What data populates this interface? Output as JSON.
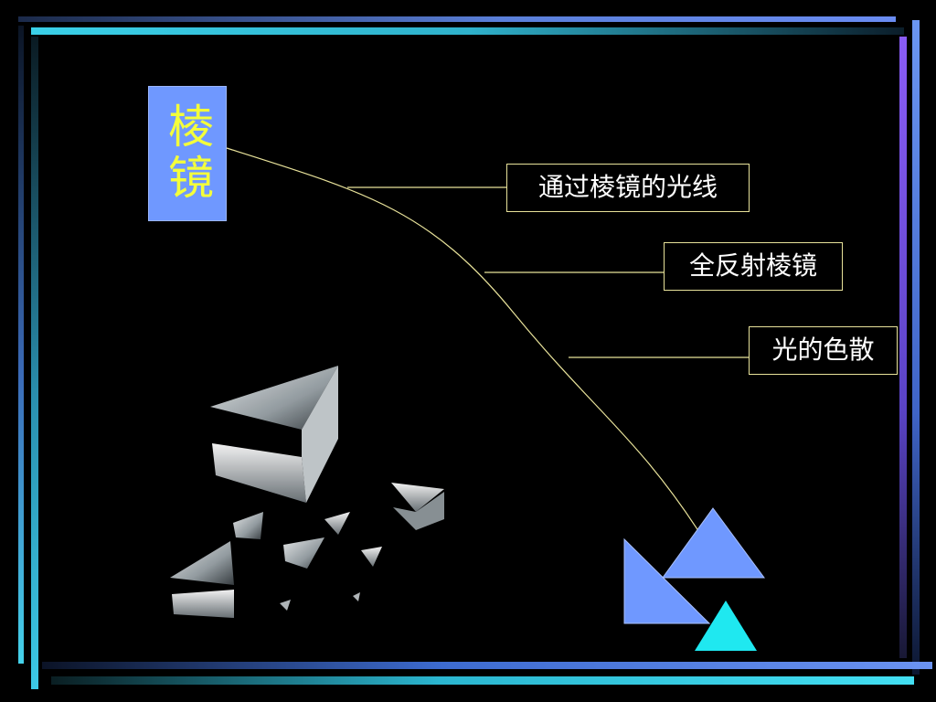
{
  "slide": {
    "title": "棱镜",
    "topics": [
      {
        "label": "通过棱镜的光线"
      },
      {
        "label": "全反射棱镜"
      },
      {
        "label": "光的色散"
      }
    ]
  },
  "colors": {
    "background": "#000000",
    "title_box": "#6f98ff",
    "title_text": "#f4ff3a",
    "connector": "#e8e29a",
    "triangle_blue": "#6f98ff",
    "triangle_cyan": "#1fe8f0"
  }
}
